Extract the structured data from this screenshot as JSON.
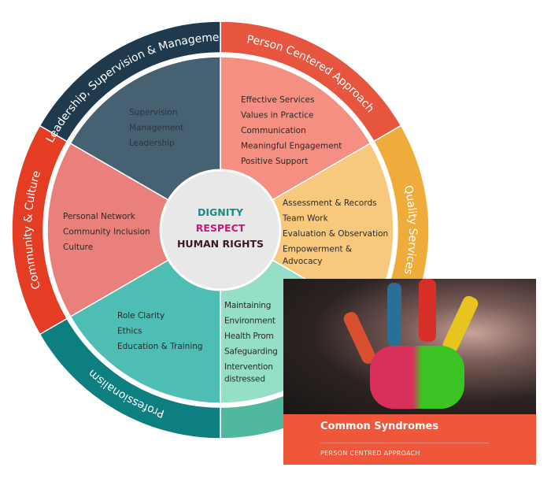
{
  "center": {
    "line1": "DIGNITY",
    "line2": "RESPECT",
    "line3": "HUMAN RIGHTS",
    "colors": [
      "#1a8a84",
      "#c8197a",
      "#3a1a2a"
    ]
  },
  "sectors": [
    {
      "ring_label": "Person Centered Approach",
      "ring_color": "#e8553f",
      "fill": "#f58f82",
      "items": [
        "Effective Services",
        "Values in Practice",
        "Communication",
        "Meaningful Engagement",
        "Positive Support"
      ]
    },
    {
      "ring_label": "Quality Services",
      "ring_color": "#f0ac3a",
      "fill": "#f8c97d",
      "items": [
        "Assessment & Records",
        "Team Work",
        "Evaluation & Observation",
        "Empowerment &",
        "Advocacy"
      ]
    },
    {
      "ring_label": "",
      "ring_color": "#4fb89d",
      "fill": "#95dfc9",
      "items": [
        "Maintaining",
        "Environment",
        "Health Prom",
        "Safeguarding",
        "Intervention",
        "distressed"
      ]
    },
    {
      "ring_label": "Professionalism",
      "ring_color": "#0e7f80",
      "fill": "#4ebdb4",
      "items": [
        "Role Clarity",
        "Ethics",
        "Education & Training"
      ]
    },
    {
      "ring_label": "Community & Culture",
      "ring_color": "#e43d24",
      "fill": "#e9807b",
      "items": [
        "Personal Network",
        "Community Inclusion",
        "Culture"
      ]
    },
    {
      "ring_label": "Leadership, Supervision & Management",
      "ring_color": "#1e3a4c",
      "fill": "#466171",
      "items": [
        "Supervision",
        "Management",
        "Leadership"
      ]
    }
  ],
  "card": {
    "title": "Common Syndromes",
    "category": "PERSON CENTRED APPROACH"
  }
}
